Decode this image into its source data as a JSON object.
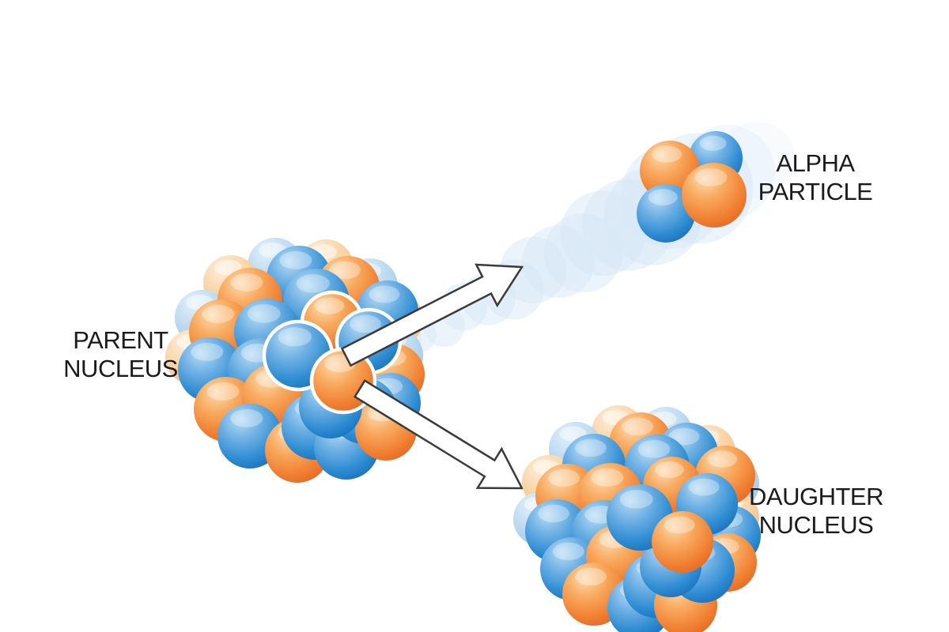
{
  "labels": {
    "parent": {
      "line1": "PARENT",
      "line2": "NUCLEUS"
    },
    "alpha": {
      "line1": "ALPHA",
      "line2": "PARTICLE"
    },
    "daughter": {
      "line1": "DAUGHTER",
      "line2": "NUCLEUS"
    }
  },
  "colors": {
    "background": "#FFFFFF",
    "proton": "#F18134",
    "neutron": "#2E8CD2",
    "proton_pale": "#F4BC7E",
    "neutron_pale": "#9CC4E6",
    "trail": "#D7E8F7",
    "arrow_fill": "#FFFFFF",
    "arrow_outline": "#3A3A3A",
    "alpha_highlight_outline": "#FFFFFF",
    "label_text": "#1B1B1B"
  }
}
